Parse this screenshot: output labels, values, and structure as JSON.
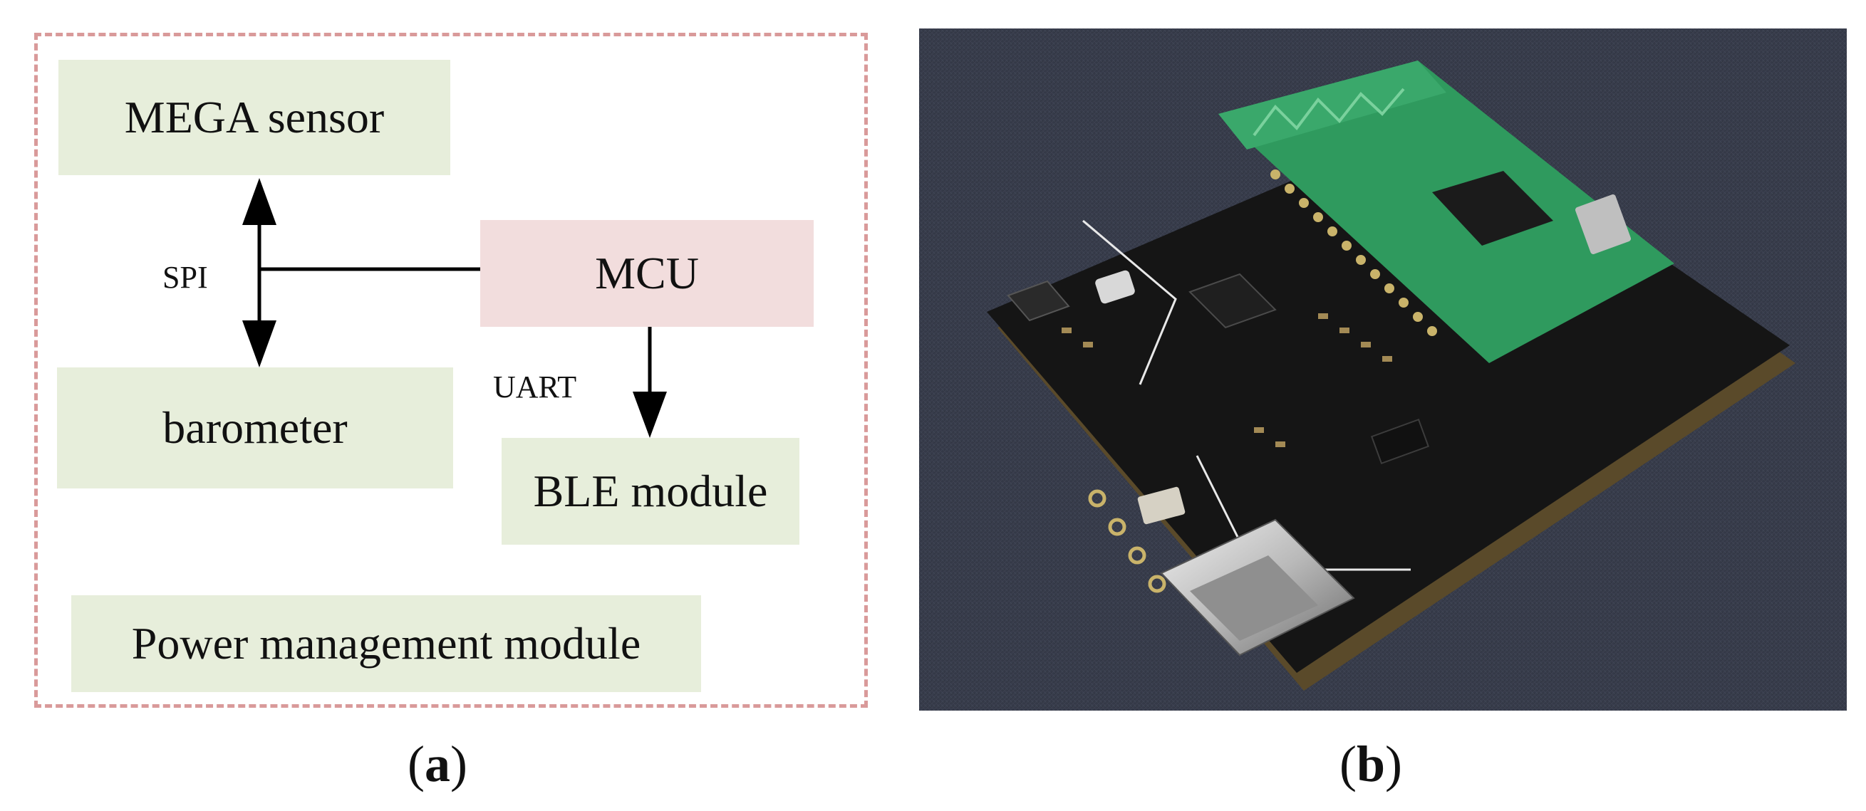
{
  "panel_a": {
    "blocks": {
      "mega_sensor": "MEGA sensor",
      "mcu": "MCU",
      "barometer": "barometer",
      "ble_module": "BLE module",
      "power": "Power management module"
    },
    "labels": {
      "spi": "SPI",
      "uart": "UART"
    },
    "caption": "a"
  },
  "panel_b": {
    "caption": "b"
  },
  "colors": {
    "frame_dash": "#d99a9a",
    "green_block": "#e7eedb",
    "pink_block": "#f2dddd",
    "pcb_black": "#141414",
    "module_green": "#2f9a5e"
  }
}
